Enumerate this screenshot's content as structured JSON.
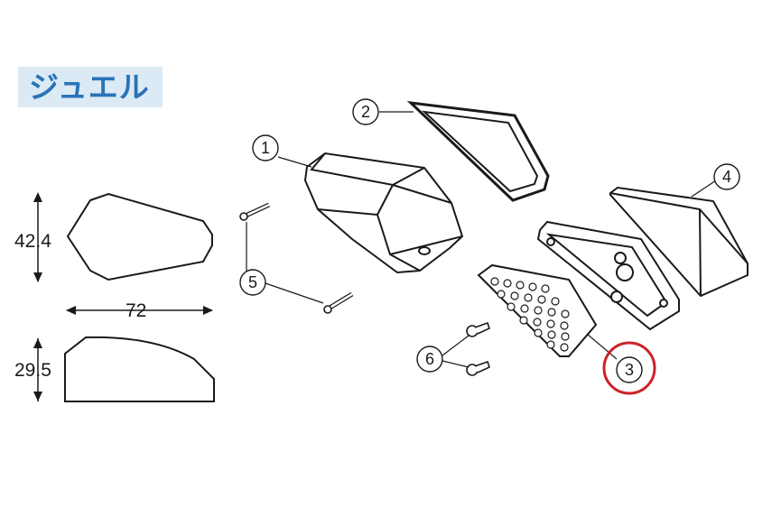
{
  "title": "ジュエル",
  "dimensions": {
    "height_top": "42.4",
    "width": "72",
    "height_side": "29.5"
  },
  "callouts": [
    "1",
    "2",
    "3",
    "4",
    "5",
    "6"
  ],
  "highlight_color": "#cc2229",
  "title_color": "#2a73b8",
  "title_bg": "#dbeaf5"
}
